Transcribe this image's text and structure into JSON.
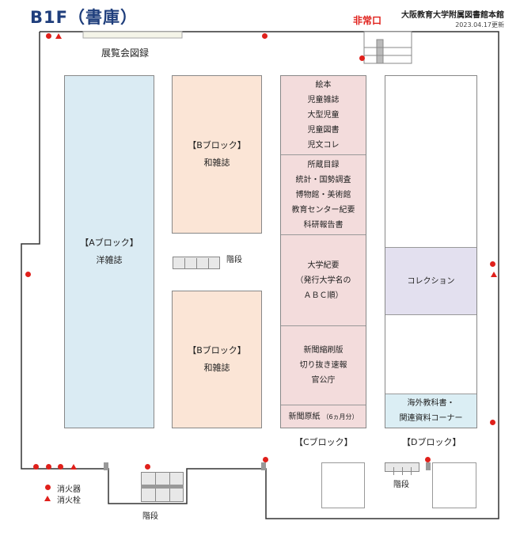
{
  "header": {
    "title": "B1F（書庫）",
    "library_name": "大阪教育大学附属図書館本館",
    "updated": "2023.04.17更新",
    "emergency_exit": "非常口"
  },
  "catalog_label": "展覧会図録",
  "block_a": {
    "title": "【Aブロック】",
    "subtitle": "洋雑誌"
  },
  "block_b_upper": {
    "title": "【Bブロック】",
    "subtitle": "和雑誌"
  },
  "block_b_lower": {
    "title": "【Bブロック】",
    "subtitle": "和雑誌"
  },
  "stairs_center_label": "階段",
  "block_c": {
    "label": "【Cブロック】",
    "sections": [
      {
        "lines": [
          "絵本",
          "児童雑誌",
          "大型児童",
          "児童図書",
          "児文コレ"
        ]
      },
      {
        "lines": [
          "所蔵目録",
          "統計・国勢調査",
          "博物館・美術館",
          "教育センター紀要",
          "科研報告書"
        ]
      },
      {
        "lines": [
          "大学紀要",
          "（発行大学名の",
          "ＡＢＣ順）"
        ]
      },
      {
        "lines": [
          "新聞縮刷版",
          "切り抜き速報",
          "官公庁"
        ]
      },
      {
        "lines": [
          "新聞原紙",
          "（6ヵ月分）"
        ]
      }
    ]
  },
  "block_d": {
    "label": "【Dブロック】",
    "collection": "コレクション",
    "textbooks_line1": "海外教科書・",
    "textbooks_line2": "関連資料コーナー"
  },
  "legend": {
    "extinguisher": "消火器",
    "hydrant": "消火栓"
  },
  "stairs_bottom_left_label": "階段",
  "stairs_bottom_right_label": "階段",
  "colors": {
    "title": "#1f3e7c",
    "marker": "#e0201b",
    "block_a": "#daebf3",
    "block_b": "#fbe5d6",
    "block_c": "#f3dcdc",
    "collection": "#e3e0ef",
    "textbooks": "#dbeef4"
  }
}
